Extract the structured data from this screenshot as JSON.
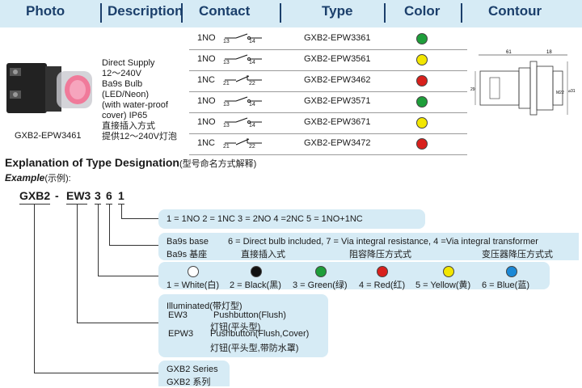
{
  "header": {
    "photo": "Photo",
    "description": "Description",
    "contact": "Contact",
    "type": "Type",
    "color": "Color",
    "contour": "Contour"
  },
  "product": {
    "model": "GXB2-EPW3461",
    "desc_lines": [
      "Direct Supply",
      "12～240V",
      "Ba9s Bulb",
      "(LED/Neon)",
      "(with water-proof",
      "cover) IP65",
      "直接插入方式",
      "提供12～240V灯泡"
    ]
  },
  "rows": [
    {
      "contact": "1NO",
      "t1": "13",
      "t2": "14",
      "type": "GXB2-EPW3361",
      "color": "#1e9e3a"
    },
    {
      "contact": "1NO",
      "t1": "13",
      "t2": "14",
      "type": "GXB2-EPW3561",
      "color": "#f2e600"
    },
    {
      "contact": "1NC",
      "t1": "21",
      "t2": "22",
      "type": "GXB2-EPW3462",
      "color": "#d8201c"
    },
    {
      "contact": "1NO",
      "t1": "13",
      "t2": "14",
      "type": "GXB2-EPW3571",
      "color": "#1e9e3a"
    },
    {
      "contact": "1NO",
      "t1": "13",
      "t2": "14",
      "type": "GXB2-EPW3671",
      "color": "#f2e600"
    },
    {
      "contact": "1NC",
      "t1": "21",
      "t2": "22",
      "type": "GXB2-EPW3472",
      "color": "#d8201c"
    }
  ],
  "contour": {
    "d1": "61",
    "d2": "18",
    "d3": "29",
    "d4": "M22",
    "d5": "⌀31"
  },
  "explanation": {
    "title": "Explanation of Type Designation",
    "title_cn": "(型号命名方式解释)",
    "example": "Example",
    "example_cn": "(示例):",
    "code": [
      "GXB2",
      "-",
      "EW3",
      "3",
      "6",
      "1"
    ]
  },
  "boxes": {
    "contacts": "1 = 1NO   2 = 1NC  3 = 2NO 4 =2NC 5 = 1NO+1NC",
    "bulb": {
      "label": "Ba9s base",
      "label_cn": "Ba9s 基座",
      "text": "6 = Direct bulb included, 7 = Via integral resistance, 4 =Via integral transformer",
      "cn1": "直接插入式",
      "cn2": "阻容降压方式式",
      "cn3": "变压器降压方式式"
    },
    "colors": [
      {
        "label": "1 = White(白)",
        "hex": "#ffffff"
      },
      {
        "label": "2 = Black(黑)",
        "hex": "#111111"
      },
      {
        "label": "3 =  Green(绿)",
        "hex": "#1e9e3a"
      },
      {
        "label": "4 = Red(红)",
        "hex": "#d8201c"
      },
      {
        "label": "5 = Yellow(黄)",
        "hex": "#f2e600"
      },
      {
        "label": "6 = Blue(蓝)",
        "hex": "#1a88d6"
      }
    ],
    "illuminated": {
      "title": "Illuminated(带灯型)",
      "ew3": "EW3",
      "ew3_desc": "Pushbutton(Flush)",
      "ew3_cn": "灯钮(平头型)",
      "epw3": "EPW3",
      "epw3_desc": "Pushbutton(Flush,Cover)",
      "epw3_cn": "灯钮(平头型,带防水罩)"
    },
    "series": {
      "name": "GXB2 Series",
      "cn": "GXB2 系列"
    }
  }
}
